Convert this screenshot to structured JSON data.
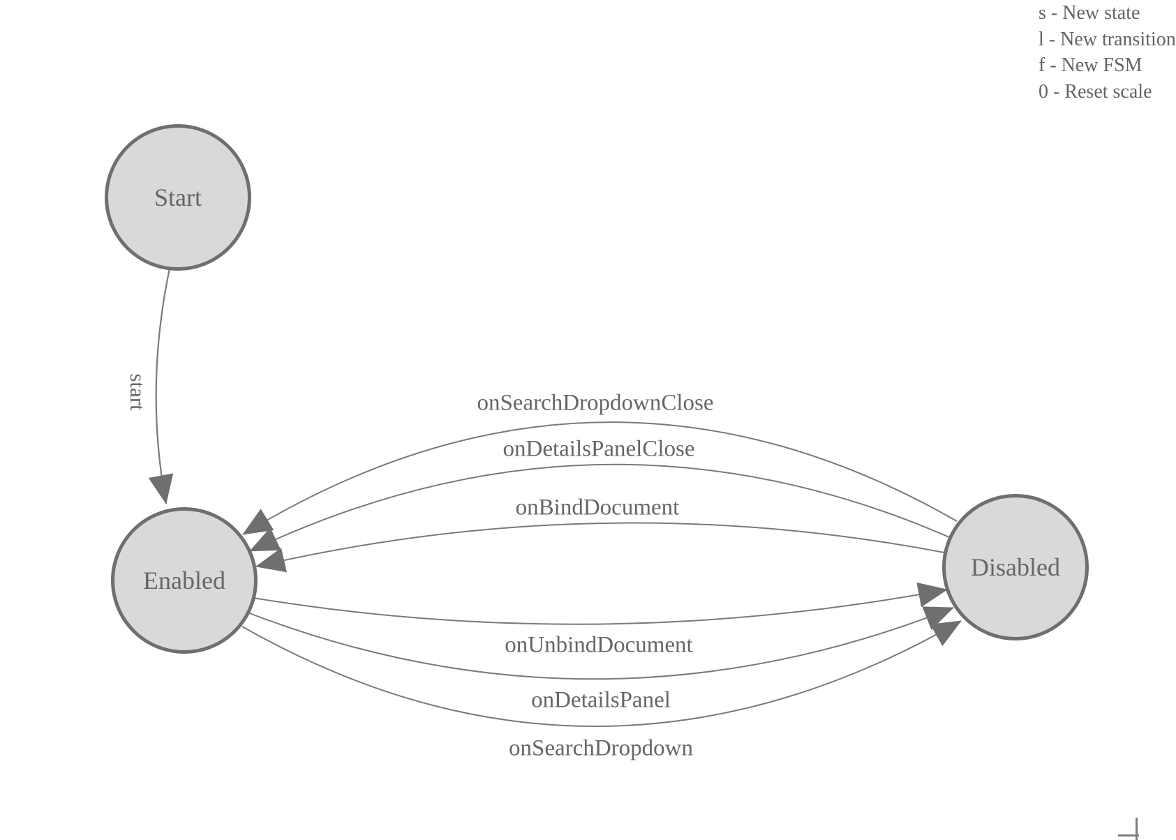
{
  "legend": {
    "items": [
      "s - New state",
      "l - New transition",
      "f - New FSM",
      "0 - Reset scale"
    ]
  },
  "states": [
    {
      "id": "start",
      "label": "Start"
    },
    {
      "id": "enabled",
      "label": "Enabled"
    },
    {
      "id": "disabled",
      "label": "Disabled"
    }
  ],
  "edges": [
    {
      "from": "Start",
      "to": "Enabled",
      "label": "start"
    },
    {
      "from": "Disabled",
      "to": "Enabled",
      "label": "onSearchDropdownClose"
    },
    {
      "from": "Disabled",
      "to": "Enabled",
      "label": "onDetailsPanelClose"
    },
    {
      "from": "Disabled",
      "to": "Enabled",
      "label": "onBindDocument"
    },
    {
      "from": "Enabled",
      "to": "Disabled",
      "label": "onUnbindDocument"
    },
    {
      "from": "Enabled",
      "to": "Disabled",
      "label": "onDetailsPanel"
    },
    {
      "from": "Enabled",
      "to": "Disabled",
      "label": "onSearchDropdown"
    }
  ],
  "colors": {
    "background": "#ffffff",
    "node_fill": "#d9d9d9",
    "node_border": "#6f6f6f",
    "edge_line": "#7a7a7a",
    "arrowhead": "#6f6f6f",
    "text": "#63666b",
    "legend_text": "#636363"
  }
}
